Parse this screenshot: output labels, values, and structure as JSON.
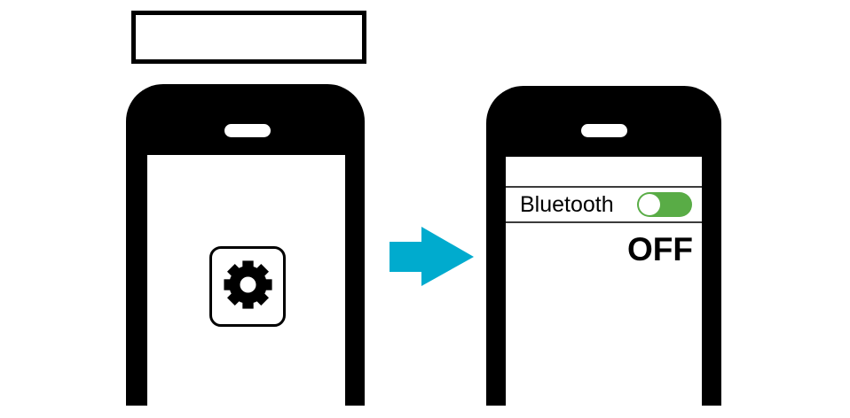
{
  "caption_box": {
    "text": ""
  },
  "left_phone": {
    "description": "phone showing settings app icon",
    "settings_app_icon": "gear-icon"
  },
  "arrow": {
    "icon": "arrow-right-icon",
    "direction": "right"
  },
  "right_phone": {
    "bluetooth_row": {
      "label": "Bluetooth",
      "toggle": {
        "state": "off"
      }
    },
    "status_text": "OFF"
  },
  "colors": {
    "phone_body": "#000000",
    "screen": "#ffffff",
    "arrow_cyan": "#00ABCE",
    "toggle_green": "#59AC46",
    "divider": "#3b3b3b",
    "text": "#000000"
  }
}
